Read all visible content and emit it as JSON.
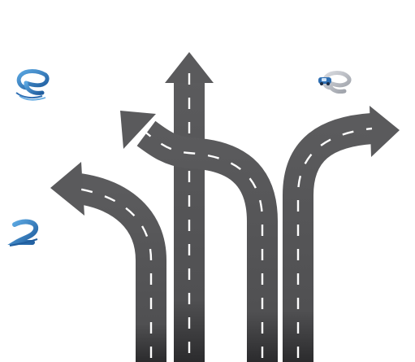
{
  "colors": {
    "background": "#ffffff",
    "road": "#5a5a5c",
    "road_dark": "#2f2f31",
    "lane_marking": "#ffffff",
    "logo_blue": "#2f6fb3",
    "logo_gray": "#b9bcc2"
  },
  "roads": [
    {
      "id": "straight",
      "direction": "straight-up"
    },
    {
      "id": "curve-left-low",
      "direction": "curve-left"
    },
    {
      "id": "curve-left-crossing",
      "direction": "curve-left"
    },
    {
      "id": "curve-right",
      "direction": "curve-right"
    }
  ],
  "logos": [
    {
      "icon": "e-logo-blue-icon"
    },
    {
      "icon": "e-logo-gray-car-icon"
    },
    {
      "icon": "e-logo-blue-script-icon"
    }
  ]
}
